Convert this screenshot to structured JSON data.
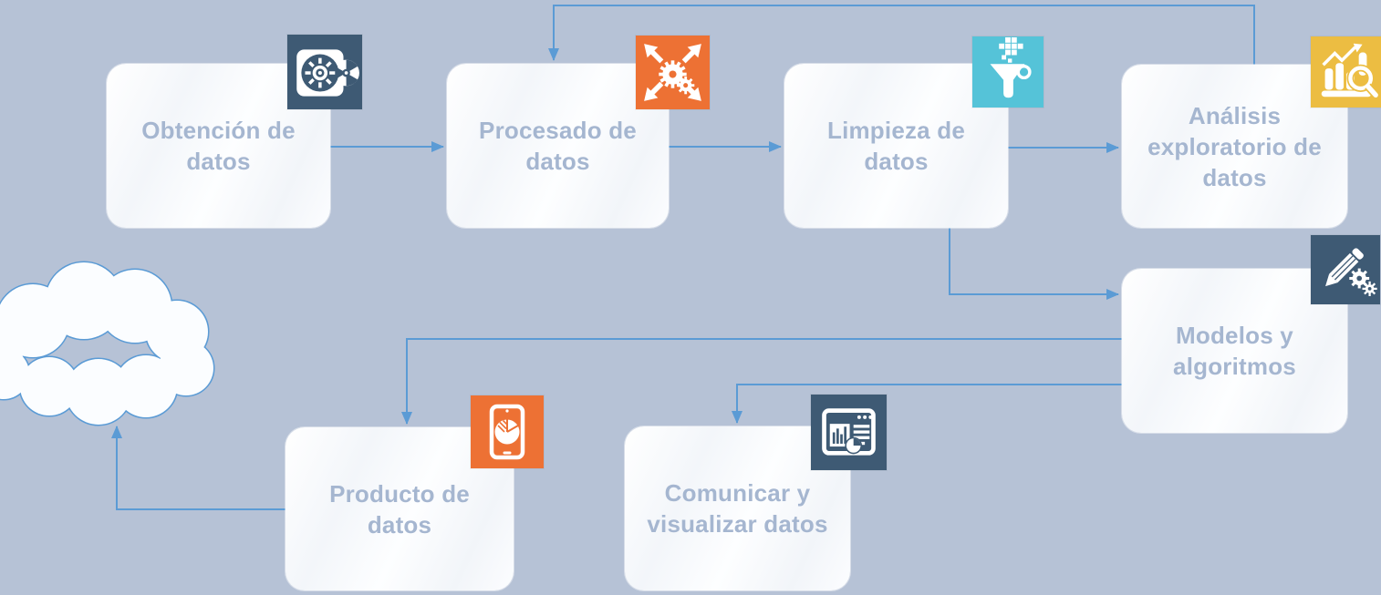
{
  "diagram": {
    "background_color": "#b6c2d6",
    "connector_color": "#5b9bd5",
    "node_text_color": "#a5b6d0",
    "nodes": [
      {
        "label": "Obtención de datos",
        "icon": "film-reel-and-disc-icon",
        "icon_color": "#3e5a74"
      },
      {
        "label": "Procesado de datos",
        "icon": "gears-expand-arrows-icon",
        "icon_color": "#ed7134"
      },
      {
        "label": "Limpieza de datos",
        "icon": "funnel-filter-pixels-icon",
        "icon_color": "#55c3d8"
      },
      {
        "label": "Análisis exploratorio de datos",
        "icon": "bar-chart-magnifier-icon",
        "icon_color": "#ecbd42"
      },
      {
        "label": "Modelos y algoritmos",
        "icon": "pencil-and-gears-icon",
        "icon_color": "#3e5a74"
      },
      {
        "label": "Producto de datos",
        "icon": "tablet-pie-chart-icon",
        "icon_color": "#ed7134"
      },
      {
        "label": "Comunicar y visualizar datos",
        "icon": "dashboard-window-icon",
        "icon_color": "#3e5a74"
      }
    ],
    "cloud": {
      "shape": "cloud",
      "label": ""
    },
    "connections": [
      {
        "from": "Obtención de datos",
        "to": "Procesado de datos"
      },
      {
        "from": "Procesado de datos",
        "to": "Limpieza de datos"
      },
      {
        "from": "Limpieza de datos",
        "to": "Análisis exploratorio de datos"
      },
      {
        "from": "Análisis exploratorio de datos",
        "to": "Procesado de datos",
        "route": "feedback-loop-over-top"
      },
      {
        "from": "Limpieza de datos",
        "to": "Modelos y algoritmos"
      },
      {
        "from": "Modelos y algoritmos",
        "to": "Producto de datos"
      },
      {
        "from": "Modelos y algoritmos",
        "to": "Comunicar y visualizar datos"
      },
      {
        "from": "Producto de datos",
        "to": "cloud"
      }
    ]
  }
}
